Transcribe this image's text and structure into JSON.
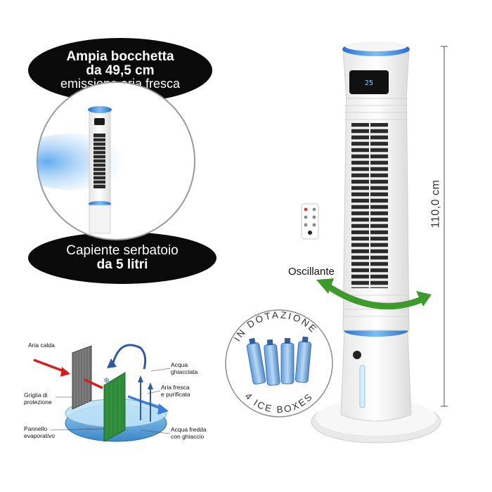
{
  "headline_pill": {
    "line1": "Ampia bocchetta",
    "line2": "da 49,5 cm",
    "line3": "emissione aria fresca"
  },
  "tank_pill": {
    "line1": "Capiente serbatoio",
    "line2": "da 5 litri"
  },
  "diagram_labels": {
    "aria_calda": "Aria calda",
    "griglia_1": "Griglia di",
    "griglia_2": "protezione",
    "pannello_1": "Pannello",
    "pannello_2": "evaporativo",
    "acqua_ghiacciata_1": "Acqua",
    "acqua_ghiacciata_2": "ghiacciata",
    "aria_fresca_1": "Aria fresca",
    "aria_fresca_2": "e purificata",
    "acqua_fredda_1": "Acqua fredda",
    "acqua_fredda_2": "con ghiaccio"
  },
  "product": {
    "display_reading": "25",
    "height_dimension": "110,0 cm",
    "oscillation_label": "Oscillante",
    "brand_logo": "brand-logo"
  },
  "badge": {
    "top_text": "IN DOTAZIONE",
    "bottom_text": "4 ICE BOXES"
  },
  "colors": {
    "accent_blue": "#3a7fd8",
    "glow_blue": "#79b6f0",
    "arrow_green": "#3f9a2e",
    "arrow_red": "#d22020",
    "panel_green": "#2f8a3a",
    "pill_black": "#0a0a0a"
  }
}
